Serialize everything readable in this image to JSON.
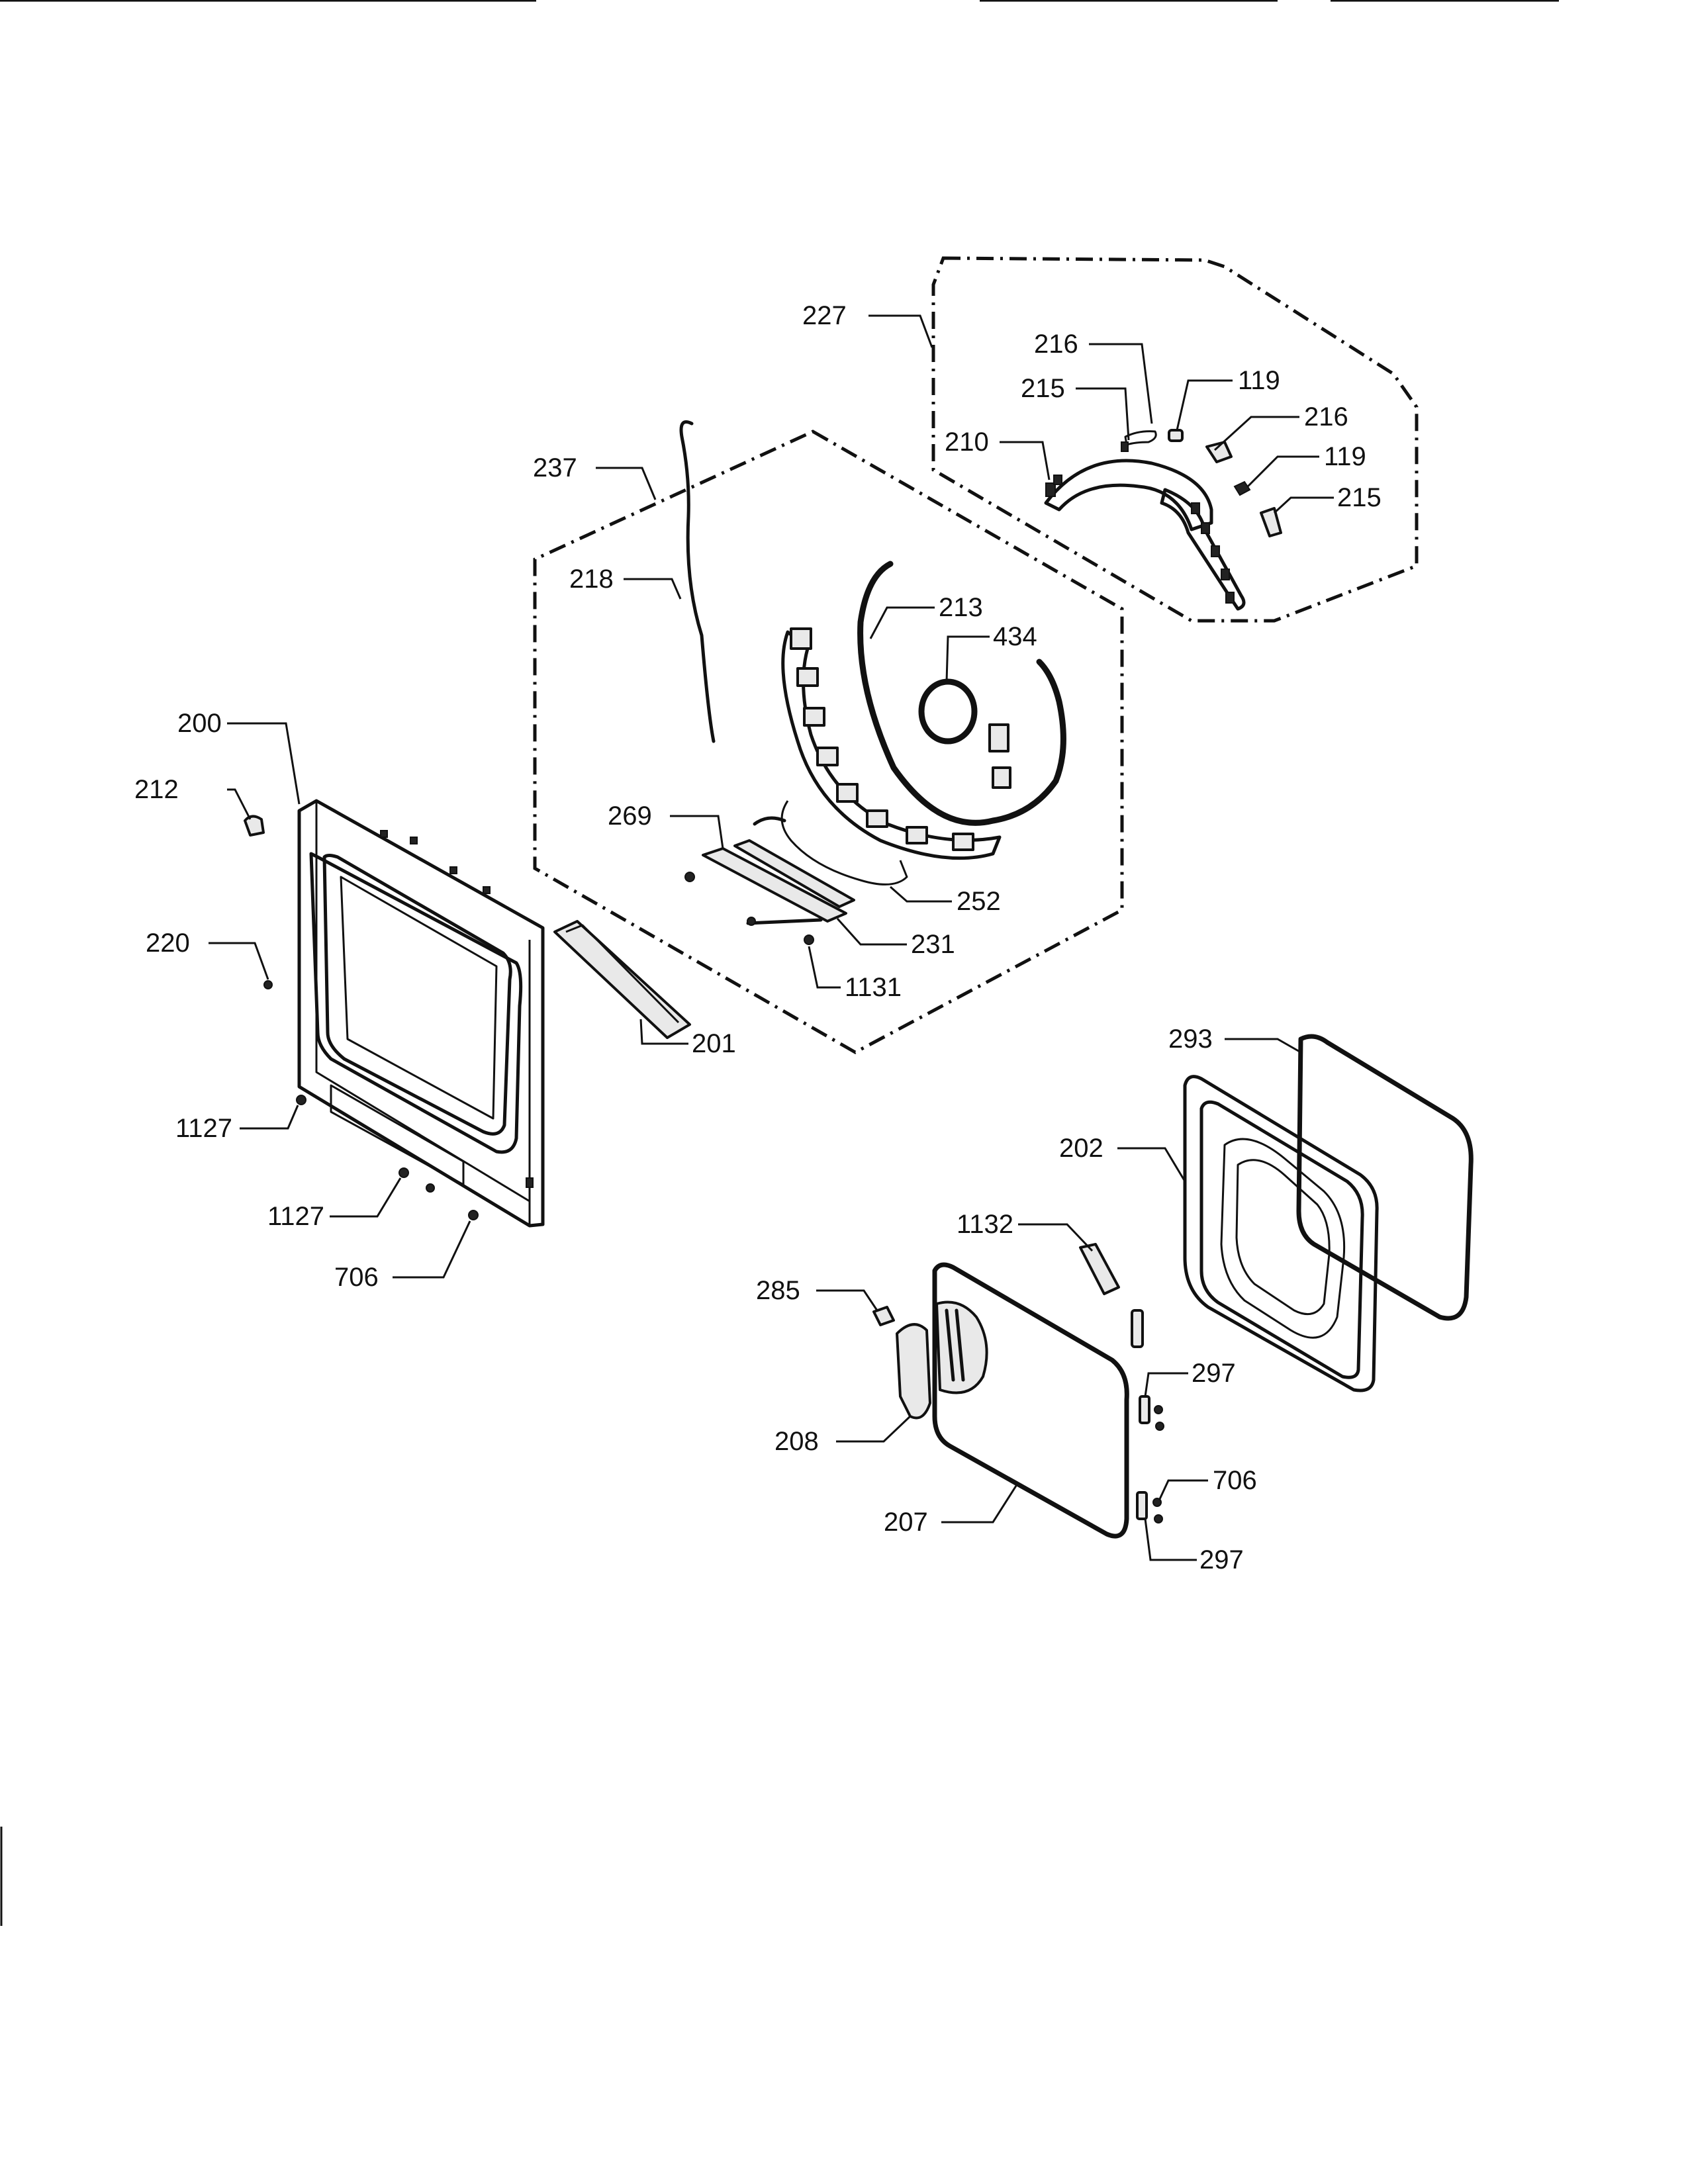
{
  "diagram": {
    "callouts": [
      {
        "id": "c227",
        "label": "227"
      },
      {
        "id": "c216a",
        "label": "216"
      },
      {
        "id": "c215a",
        "label": "215"
      },
      {
        "id": "c119a",
        "label": "119"
      },
      {
        "id": "c216b",
        "label": "216"
      },
      {
        "id": "c210",
        "label": "210"
      },
      {
        "id": "c119b",
        "label": "119"
      },
      {
        "id": "c215b",
        "label": "215"
      },
      {
        "id": "c237",
        "label": "237"
      },
      {
        "id": "c218",
        "label": "218"
      },
      {
        "id": "c213",
        "label": "213"
      },
      {
        "id": "c434",
        "label": "434"
      },
      {
        "id": "c200",
        "label": "200"
      },
      {
        "id": "c212",
        "label": "212"
      },
      {
        "id": "c269",
        "label": "269"
      },
      {
        "id": "c252",
        "label": "252"
      },
      {
        "id": "c220",
        "label": "220"
      },
      {
        "id": "c231",
        "label": "231"
      },
      {
        "id": "c1131",
        "label": "1131"
      },
      {
        "id": "c201",
        "label": "201"
      },
      {
        "id": "c1127a",
        "label": "1127"
      },
      {
        "id": "c1127b",
        "label": "1127"
      },
      {
        "id": "c706a",
        "label": "706"
      },
      {
        "id": "c293",
        "label": "293"
      },
      {
        "id": "c202",
        "label": "202"
      },
      {
        "id": "c1132",
        "label": "1132"
      },
      {
        "id": "c285",
        "label": "285"
      },
      {
        "id": "c297a",
        "label": "297"
      },
      {
        "id": "c208",
        "label": "208"
      },
      {
        "id": "c706b",
        "label": "706"
      },
      {
        "id": "c207",
        "label": "207"
      },
      {
        "id": "c297b",
        "label": "297"
      }
    ]
  }
}
